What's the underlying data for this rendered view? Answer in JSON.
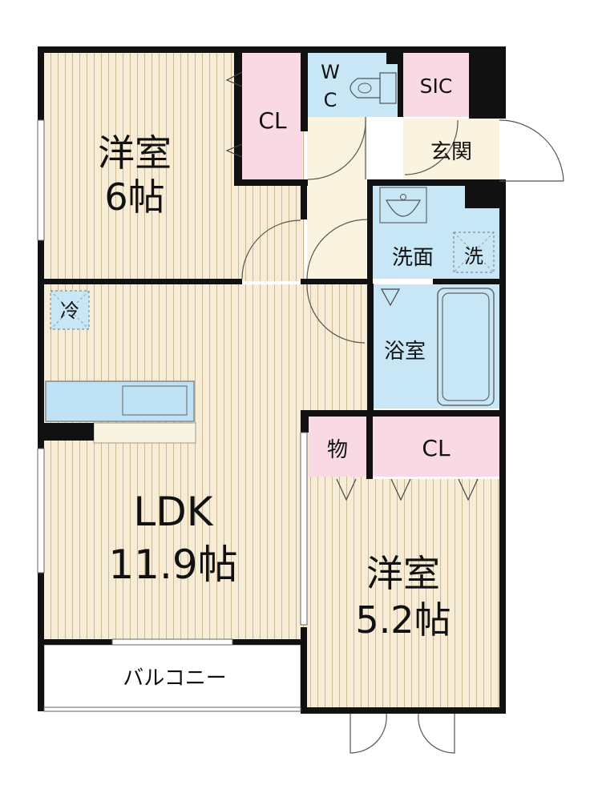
{
  "colors": {
    "floor_wood": "#f7ecd5",
    "floor_line": "#c9b48f",
    "entry_tile": "#faf3df",
    "water_area": "#c7e6f6",
    "storage": "#f8d9e4",
    "wall": "#111111",
    "balcony": "#ffffff",
    "kitchen_counter": "#bfe3f4"
  },
  "rooms": {
    "western_6": {
      "name": "洋室",
      "size": "6帖"
    },
    "western_52": {
      "name": "洋室",
      "size": "5.2帖"
    },
    "ldk": {
      "name": "LDK",
      "size": "11.9帖"
    },
    "closet_top": {
      "label": "CL"
    },
    "closet_bottom": {
      "label": "CL"
    },
    "wc": {
      "line1": "W",
      "line2": "C"
    },
    "sic": {
      "label": "SIC"
    },
    "entrance": {
      "label": "玄関"
    },
    "washroom": {
      "label": "洗面"
    },
    "washer": {
      "label": "洗"
    },
    "bathroom": {
      "label": "浴室"
    },
    "storage_small": {
      "label": "物"
    },
    "fridge": {
      "label": "冷"
    },
    "balcony": {
      "label": "バルコニー"
    }
  }
}
